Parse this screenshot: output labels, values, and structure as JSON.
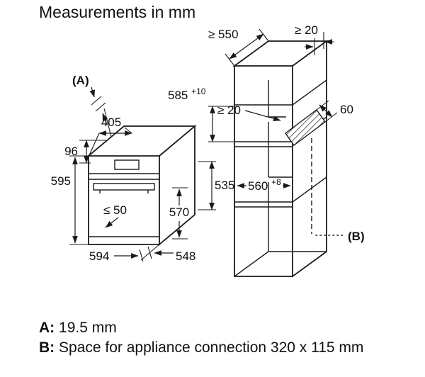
{
  "title": "Measurements in mm",
  "colors": {
    "line": "#1a1a1a",
    "background": "#ffffff"
  },
  "diagram": {
    "marker_a": "(A)",
    "marker_b": "(B)",
    "oven_dims": {
      "d405": "405",
      "d96": "96",
      "d595": "595",
      "dmax50": "≤ 50",
      "d570": "570",
      "d594": "594",
      "d548": "548",
      "d535": "535"
    },
    "cabinet_dims": {
      "dmin550": "≥ 550",
      "dmin20_top": "≥ 20",
      "d585": "585",
      "d585_tol": "+10",
      "dmin20_inner": "≥ 20",
      "d60": "60",
      "d560": "560",
      "d560_tol": "+8"
    }
  },
  "notes": {
    "a_key": "A:",
    "a_value": "19.5 mm",
    "b_key": "B:",
    "b_value": "Space for appliance connection 320 x 115 mm"
  }
}
